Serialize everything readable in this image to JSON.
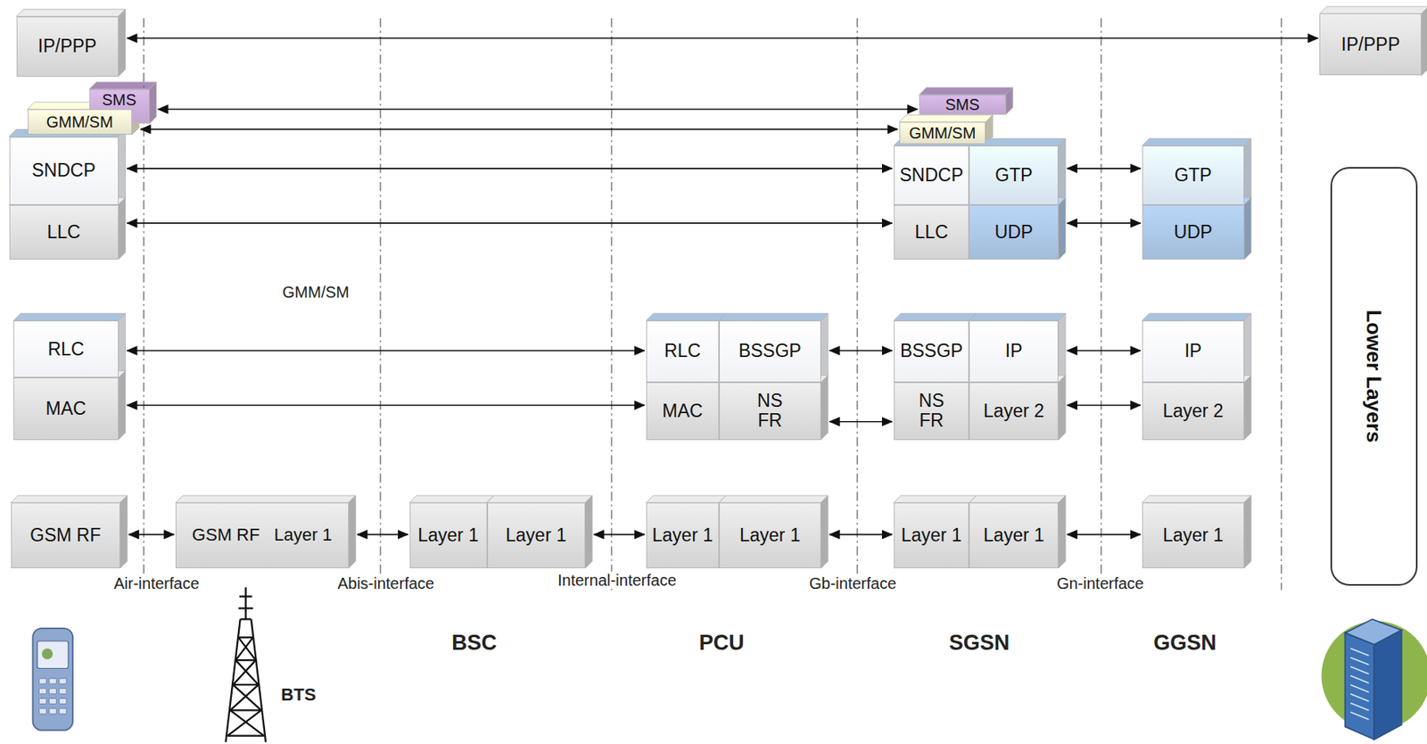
{
  "diagram": {
    "nodes": [
      {
        "text": [
          "IP/PPP"
        ]
      },
      {
        "text": [
          "SMS"
        ]
      },
      {
        "text": [
          "GMM/SM"
        ]
      },
      {
        "text": [
          "SNDCP"
        ]
      },
      {
        "text": [
          "LLC"
        ]
      },
      {
        "text": [
          "RLC"
        ]
      },
      {
        "text": [
          "MAC"
        ]
      },
      {
        "text": [
          "GSM RF"
        ]
      },
      {
        "text": [
          "GSM RF",
          "Layer 1"
        ]
      },
      {
        "text": [
          "Layer 1"
        ]
      },
      {
        "text": [
          "Layer 1"
        ]
      },
      {
        "text": [
          "RLC"
        ]
      },
      {
        "text": [
          "BSSGP"
        ]
      },
      {
        "text": [
          "MAC"
        ]
      },
      {
        "text": [
          "NS FR"
        ]
      },
      {
        "text": [
          "Layer 1"
        ]
      },
      {
        "text": [
          "Layer 1"
        ]
      },
      {
        "text": [
          "SMS"
        ]
      },
      {
        "text": [
          "GMM/SM"
        ]
      },
      {
        "text": [
          "SNDCP"
        ]
      },
      {
        "text": [
          "GTP"
        ]
      },
      {
        "text": [
          "LLC"
        ]
      },
      {
        "text": [
          "UDP"
        ]
      },
      {
        "text": [
          "BSSGP"
        ]
      },
      {
        "text": [
          "IP"
        ]
      },
      {
        "text": [
          "NS FR"
        ]
      },
      {
        "text": [
          "Layer 2"
        ]
      },
      {
        "text": [
          "Layer 1"
        ]
      },
      {
        "text": [
          "Layer 1"
        ]
      },
      {
        "text": [
          "GTP"
        ]
      },
      {
        "text": [
          "UDP"
        ]
      },
      {
        "text": [
          "IP"
        ]
      },
      {
        "text": [
          "Layer 2"
        ]
      },
      {
        "text": [
          "Layer 1"
        ]
      },
      {
        "text": [
          "IP/PPP"
        ]
      },
      {
        "text": [
          "Lower Layers"
        ]
      }
    ],
    "edges": [
      {
        "from": 0,
        "to": 34,
        "arrow": "both"
      },
      {
        "from": 1,
        "to": 17,
        "arrow": "both"
      },
      {
        "from": 2,
        "to": 18,
        "arrow": "both"
      },
      {
        "from": 3,
        "to": 19,
        "arrow": "both"
      },
      {
        "from": 4,
        "to": 21,
        "arrow": "both"
      },
      {
        "from": 20,
        "to": 29,
        "arrow": "both"
      },
      {
        "from": 22,
        "to": 30,
        "arrow": "both"
      },
      {
        "from": 5,
        "to": 11,
        "arrow": "both"
      },
      {
        "from": 6,
        "to": 13,
        "arrow": "both"
      },
      {
        "from": 12,
        "to": 23,
        "arrow": "both"
      },
      {
        "from": 14,
        "to": 25,
        "arrow": "both"
      },
      {
        "from": 24,
        "to": 31,
        "arrow": "both"
      },
      {
        "from": 26,
        "to": 32,
        "arrow": "both"
      },
      {
        "from": 7,
        "to": 8,
        "arrow": "both"
      },
      {
        "from": 8,
        "to": 9,
        "arrow": "both"
      },
      {
        "from": 10,
        "to": 15,
        "arrow": "both"
      },
      {
        "from": 16,
        "to": 27,
        "arrow": "both"
      },
      {
        "from": 28,
        "to": 33,
        "arrow": "both"
      }
    ],
    "labels": [
      "GMM/SM",
      "Air-interface",
      "Abis-interface",
      "Internal-interface",
      "Gb-interface",
      "Gn-interface",
      "BSC",
      "PCU",
      "SGSN",
      "GGSN",
      "BTS"
    ]
  }
}
